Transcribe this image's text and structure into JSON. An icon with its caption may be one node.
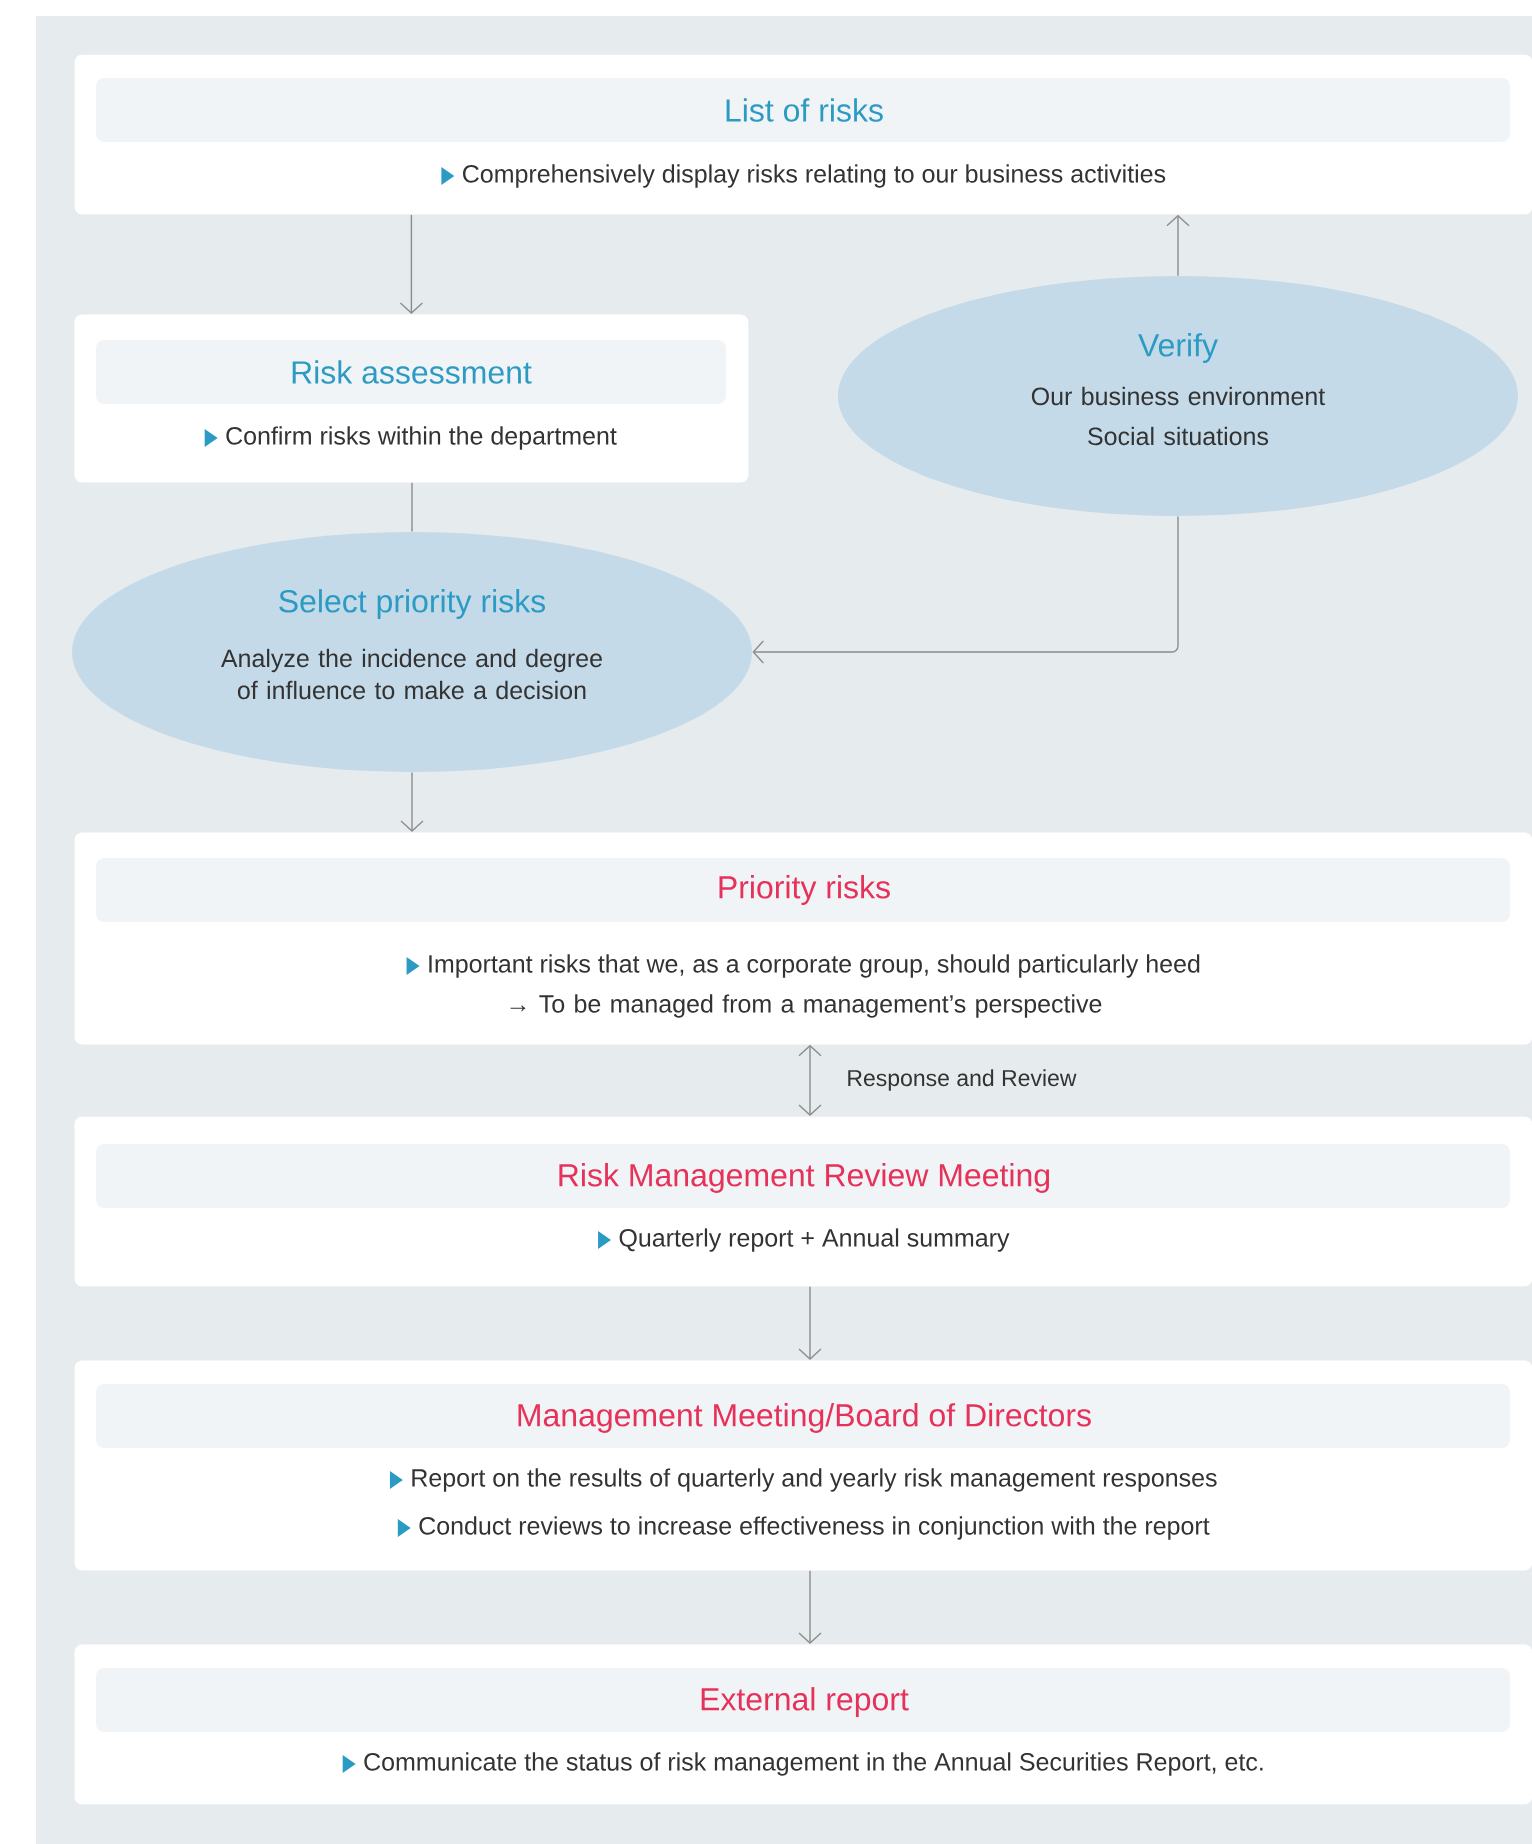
{
  "diagram": {
    "nodes": [
      {
        "text": [
          "List of risks",
          "Comprehensively display risks relating to our business activities"
        ]
      },
      {
        "text": [
          "Risk assessment",
          "Confirm risks within the department"
        ]
      },
      {
        "text": [
          "Verify",
          "Our business environment",
          "Social situations"
        ]
      },
      {
        "text": [
          "Select priority risks",
          "Analyze the incidence and degree of influence to make a decision"
        ]
      },
      {
        "text": [
          "Priority risks",
          "Important risks that we, as a corporate group, should particularly heed",
          "→ To be managed from a management’s perspective"
        ]
      },
      {
        "text": [
          "Risk Management Review Meeting",
          "Quarterly report + Annual summary"
        ]
      },
      {
        "text": [
          "Management Meeting/Board of Directors",
          "Report on the results of quarterly and yearly risk management responses",
          "Conduct reviews to increase effectiveness in conjunction with the report"
        ]
      },
      {
        "text": [
          "External report",
          "Communicate the status of risk management in the Annual Securities Report, etc."
        ]
      }
    ],
    "edges": [
      {
        "from": 0,
        "to": 1,
        "arrow": "to"
      },
      {
        "from": 2,
        "to": 0,
        "arrow": "to"
      },
      {
        "from": 1,
        "to": 3,
        "arrow": "none"
      },
      {
        "from": 2,
        "to": 3,
        "arrow": "to"
      },
      {
        "from": 3,
        "to": 4,
        "arrow": "to"
      },
      {
        "from": 4,
        "to": 5,
        "arrow": "both",
        "label": "Response and Review"
      },
      {
        "from": 5,
        "to": 6,
        "arrow": "to"
      },
      {
        "from": 6,
        "to": 7,
        "arrow": "to"
      }
    ]
  }
}
